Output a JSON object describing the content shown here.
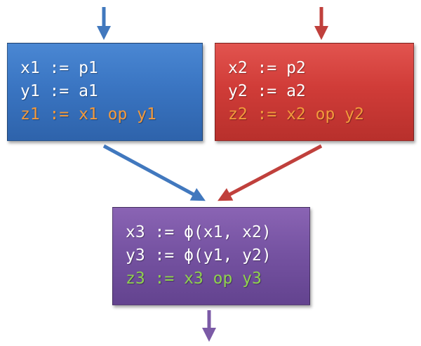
{
  "blocks": {
    "left": {
      "lines": [
        "x1 := p1",
        "y1 := a1",
        "z1 := x1 op y1"
      ]
    },
    "right": {
      "lines": [
        "x2 := p2",
        "y2 := a2",
        "z2 := x2 op y2"
      ]
    },
    "merge": {
      "lines": [
        "x3 := ϕ(x1, x2)",
        "y3 := ϕ(y1, y2)",
        "z3 := x3 op y3"
      ]
    }
  },
  "colors": {
    "left_block": "#3a75c2",
    "right_block": "#d03c38",
    "merge_block": "#7653a2",
    "left_arrow": "#4178be",
    "right_arrow": "#c0403c",
    "merge_arrow": "#7b5aa6",
    "text": "#ffffff",
    "highlight_orange": "#f39a3c",
    "highlight_green": "#8fd14f"
  }
}
